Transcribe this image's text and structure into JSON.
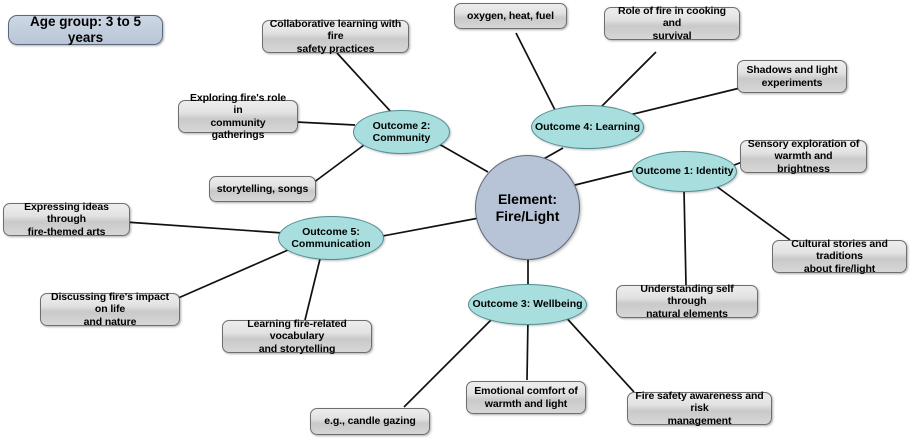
{
  "diagram": {
    "title": "Element: Fire/Light mind map",
    "type": "mind-map",
    "colors": {
      "center_fill": "#b7c3d6",
      "center_stroke": "#5d6b80",
      "outcome_fill": "#a9dede",
      "outcome_stroke": "#4f8f94",
      "leaf_fill": "#dcdcdc",
      "leaf_stroke": "#6e6e6e",
      "badge_fill": "#c3cedd",
      "badge_stroke": "#5a6a7d",
      "edge_color": "#111111",
      "background": "#ffffff"
    }
  },
  "badge": {
    "label": "Age group: 3 to 5 years"
  },
  "center": {
    "line1": "Element:",
    "line2": "Fire/Light"
  },
  "outcomes": [
    {
      "id": "outcome1",
      "line1": "Outcome 1: Identity",
      "line2": ""
    },
    {
      "id": "outcome2",
      "line1": "Outcome 2:",
      "line2": "Community"
    },
    {
      "id": "outcome3",
      "line1": "Outcome 3: Wellbeing",
      "line2": ""
    },
    {
      "id": "outcome4",
      "line1": "Outcome 4: Learning",
      "line2": ""
    },
    {
      "id": "outcome5",
      "line1": "Outcome 5:",
      "line2": "Communication"
    }
  ],
  "leaves": [
    {
      "id": "leaf-collaborative-learning",
      "line1": "Collaborative learning with fire",
      "line2": "safety practices"
    },
    {
      "id": "leaf-oxygen-heat-fuel",
      "line1": "oxygen, heat, fuel",
      "line2": ""
    },
    {
      "id": "leaf-role-of-fire-cooking",
      "line1": "Role of fire in cooking and",
      "line2": "survival"
    },
    {
      "id": "leaf-shadows-light-experiments",
      "line1": "Shadows and light",
      "line2": "experiments"
    },
    {
      "id": "leaf-exploring-fires-role",
      "line1": "Exploring fire's role in",
      "line2": "community gatherings"
    },
    {
      "id": "leaf-sensory-exploration",
      "line1": "Sensory exploration of",
      "line2": "warmth and brightness"
    },
    {
      "id": "leaf-storytelling-songs",
      "line1": "storytelling, songs",
      "line2": ""
    },
    {
      "id": "leaf-cultural-stories",
      "line1": "Cultural stories and traditions",
      "line2": "about fire/light"
    },
    {
      "id": "leaf-expressing-ideas",
      "line1": "Expressing ideas through",
      "line2": "fire-themed arts"
    },
    {
      "id": "leaf-understanding-self",
      "line1": "Understanding self through",
      "line2": "natural elements"
    },
    {
      "id": "leaf-discussing-fires-impact",
      "line1": "Discussing fire's impact on life",
      "line2": "and nature"
    },
    {
      "id": "leaf-learning-vocabulary",
      "line1": "Learning fire-related vocabulary",
      "line2": "and storytelling"
    },
    {
      "id": "leaf-candle-gazing",
      "line1": "e.g., candle gazing",
      "line2": ""
    },
    {
      "id": "leaf-emotional-comfort",
      "line1": "Emotional comfort of",
      "line2": "warmth and light"
    },
    {
      "id": "leaf-fire-safety-awareness",
      "line1": "Fire safety awareness and risk",
      "line2": "management"
    }
  ]
}
